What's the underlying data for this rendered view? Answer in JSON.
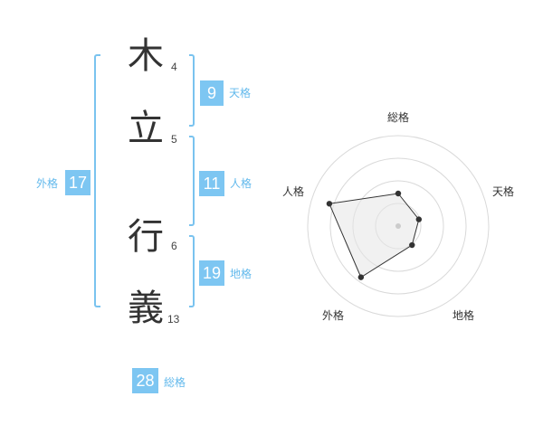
{
  "name": {
    "chars": [
      {
        "char": "木",
        "strokes": "4"
      },
      {
        "char": "立",
        "strokes": "5"
      },
      {
        "char": "行",
        "strokes": "6"
      },
      {
        "char": "義",
        "strokes": "13"
      }
    ]
  },
  "kaku": {
    "tenkaku": {
      "value": "9",
      "label": "天格"
    },
    "jinkaku": {
      "value": "11",
      "label": "人格"
    },
    "chikaku": {
      "value": "19",
      "label": "地格"
    },
    "gaikaku": {
      "value": "17",
      "label": "外格"
    },
    "soukaku": {
      "value": "28",
      "label": "総格"
    }
  },
  "colors": {
    "accent": "#7dc6f2",
    "accent_text": "#62b9ec",
    "radar_fill": "#e6e6e6",
    "radar_line": "#333333",
    "grid": "#d9d9d9"
  },
  "chart_data": {
    "type": "radar",
    "axes": [
      "総格",
      "天格",
      "地格",
      "外格",
      "人格"
    ],
    "scale_max": 5,
    "rings": 4,
    "values": [
      1.8,
      1.2,
      1.3,
      3.5,
      4.0
    ],
    "title": ""
  }
}
